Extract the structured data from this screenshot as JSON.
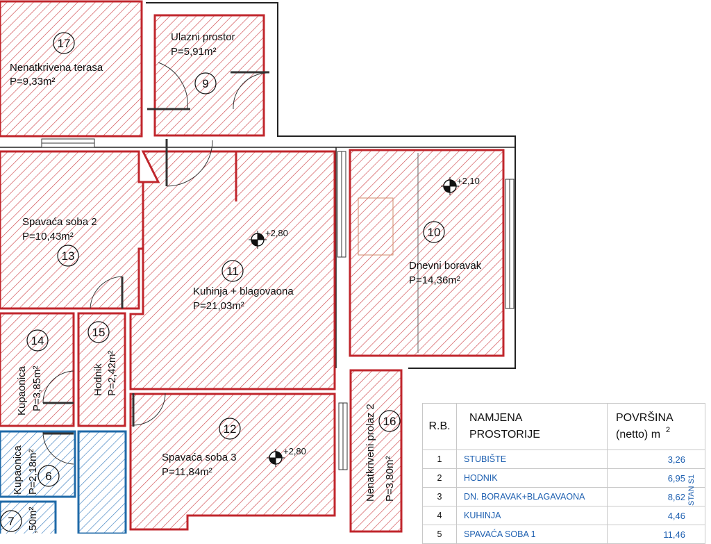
{
  "rooms": {
    "r17": {
      "number": "17",
      "name": "Nenatkrivena terasa",
      "area": "P=9,33m²"
    },
    "r9": {
      "number": "9",
      "name": "Ulazni prostor",
      "area": "P=5,91m²"
    },
    "r13": {
      "number": "13",
      "name": "Spavaća soba 2",
      "area": "P=10,43m²"
    },
    "r11": {
      "number": "11",
      "name": "Kuhinja + blagovaona",
      "area": "P=21,03m²"
    },
    "r10": {
      "number": "10",
      "name": "Dnevni boravak",
      "area": "P=14,36m²"
    },
    "r14": {
      "number": "14",
      "name": "Kupaonica",
      "area": "P=3,85m²"
    },
    "r15": {
      "number": "15",
      "name": "Hodnik",
      "area": "P=2,42m²"
    },
    "r12": {
      "number": "12",
      "name": "Spavaća soba 3",
      "area": "P=11,84m²"
    },
    "r16": {
      "number": "16",
      "name": "Nenatkriveni prolaz 2",
      "area": "P=3,80m²"
    },
    "r6": {
      "number": "6",
      "name": "Kupaonica",
      "area": "P=2,18m²"
    },
    "r7": {
      "number": "7",
      "name": "",
      "area": ",50m²"
    }
  },
  "levels": {
    "l1": "+2,80",
    "l2": "+2,10",
    "l3": "+2,80"
  },
  "table": {
    "header": {
      "rb": "R.B.",
      "namjena_1": "NAMJENA",
      "namjena_2": "PROSTORIJE",
      "povrsina_1": "POVRŠINA",
      "povrsina_2": "(netto) m",
      "povrsina_sup": "2"
    },
    "rows": [
      {
        "rb": "1",
        "name": "STUBIŠTE",
        "area": "3,26"
      },
      {
        "rb": "2",
        "name": "HODNIK",
        "area": "6,95"
      },
      {
        "rb": "3",
        "name": "DN. BORAVAK+BLAGAVAONA",
        "area": "8,62"
      },
      {
        "rb": "4",
        "name": "KUHINJA",
        "area": "4,46"
      },
      {
        "rb": "5",
        "name": "SPAVAĆA SOBA 1",
        "area": "11,46"
      }
    ]
  },
  "side_label": "STAN S1",
  "colors": {
    "room_red": "#c0262c",
    "room_blue": "#1f6aa8",
    "table_text_blue": "#1d5fb0"
  }
}
